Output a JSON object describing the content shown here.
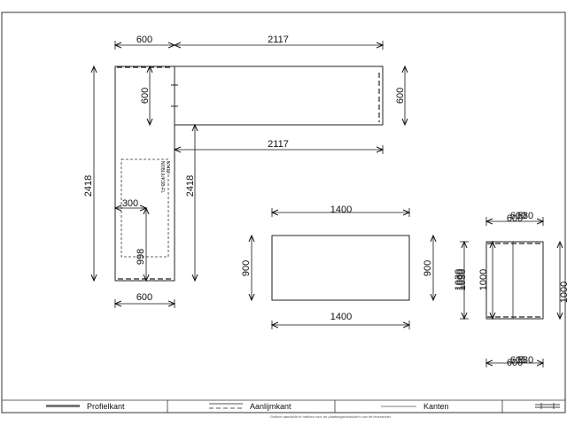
{
  "drawing": {
    "l_shape": {
      "top_width": "600",
      "arm_length_top": "2117",
      "arm_length_inner": "2117",
      "arm_depth_right": "600",
      "inner_depth": "600",
      "total_height_left": "2418",
      "total_height_inner": "2418",
      "sink_offset_x": "300",
      "sink_offset_y": "998",
      "bottom_width": "600",
      "sink_label_line1": "NOBLIUKSB-FL",
      "sink_label_line2": "57412"
    },
    "rect_panel": {
      "width_top": "1400",
      "width_bottom": "1400",
      "height_left": "900",
      "height_right": "900"
    },
    "side_panel": {
      "top_a": "600",
      "top_b": "580",
      "top_c": "600",
      "bottom_a": "605",
      "bottom_b": "580",
      "bottom_c": "600",
      "left_a": "1030",
      "left_b": "1000",
      "left_c": "1030",
      "inner_height": "1000",
      "right_cut": "1000"
    }
  },
  "legend": {
    "profielkant": "Profielkant",
    "aanlijmkant": "Aanlijmkant",
    "kanten": "Kanten"
  },
  "footer_note": "Gelieve aandacht te hebben voor de plaatsingsinstructie's van de leverancier"
}
